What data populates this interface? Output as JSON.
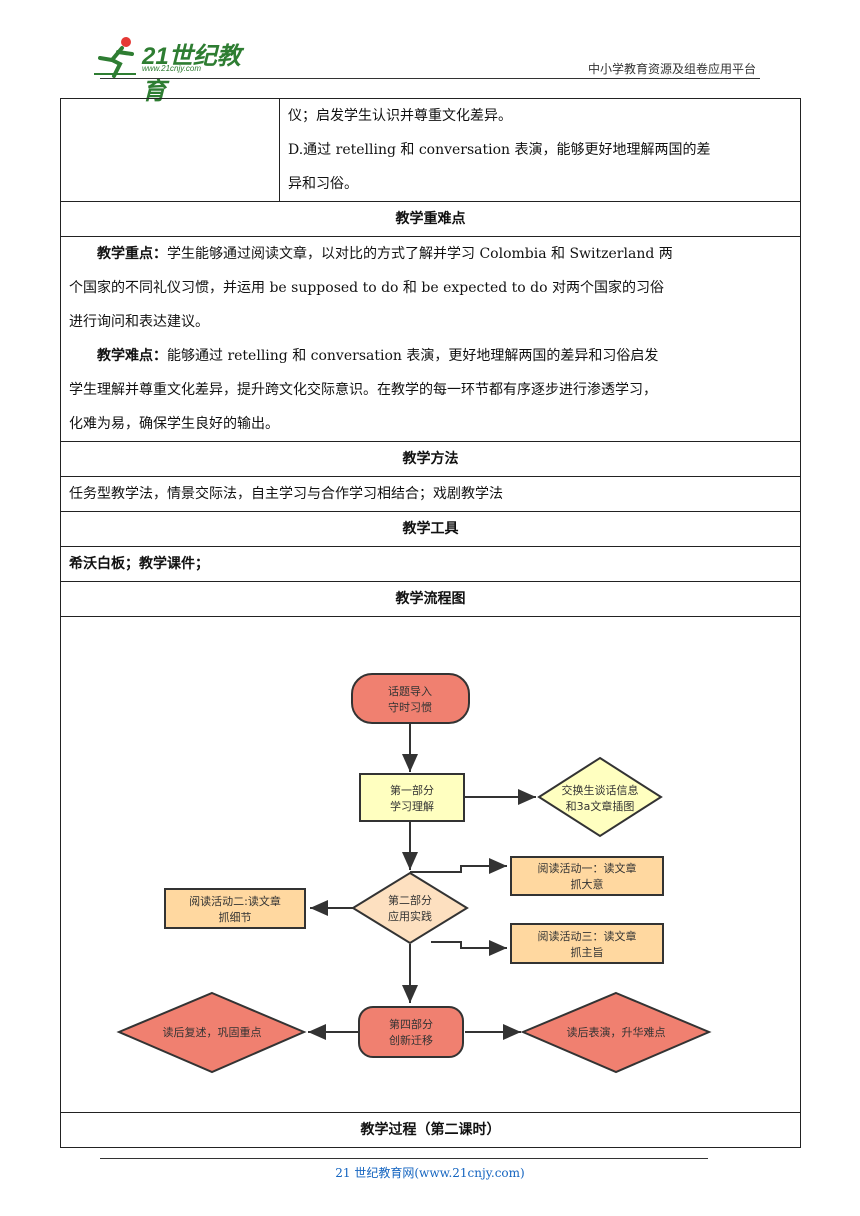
{
  "header": {
    "logo_main": "21世纪教育",
    "logo_sub": "www.21cnjy.com",
    "right_text": "中小学教育资源及组卷应用平台"
  },
  "objectives": {
    "c_tail": "仪；启发学生认识并尊重文化差异。",
    "d_line1": "D.通过 retelling 和 conversation 表演，能够更好地理解两国的差",
    "d_line2": "异和习俗。"
  },
  "key_points": {
    "heading": "教学重难点",
    "focus_label": "教学重点：",
    "focus_line1": "学生能够通过阅读文章，以对比的方式了解并学习 Colombia 和 Switzerland 两",
    "focus_line2": "个国家的不同礼仪习惯，并运用 be supposed to do 和 be expected to do 对两个国家的习俗",
    "focus_line3": "进行询问和表达建议。",
    "difficulty_label": "教学难点：",
    "difficulty_line1": "能够通过 retelling 和 conversation 表演，更好地理解两国的差异和习俗启发",
    "difficulty_line2": "学生理解并尊重文化差异，提升跨文化交际意识。在教学的每一环节都有序逐步进行渗透学习，",
    "difficulty_line3": "化难为易，确保学生良好的输出。"
  },
  "methods": {
    "heading": "教学方法",
    "text": "任务型教学法，情景交际法，自主学习与合作学习相结合；戏剧教学法"
  },
  "tools": {
    "heading": "教学工具",
    "text": "希沃白板；教学课件；"
  },
  "flowchart": {
    "heading": "教学流程图",
    "nodes": {
      "start_l1": "话题导入",
      "start_l2": "守时习惯",
      "part1_l1": "第一部分",
      "part1_l2": "学习理解",
      "exchange_l1": "交换生谈话信息",
      "exchange_l2": "和3a文章插图",
      "read1_l1": "阅读活动一：读文章",
      "read1_l2": "抓大意",
      "read2_l1": "阅读活动二:读文章",
      "read2_l2": "抓细节",
      "part2_l1": "第二部分",
      "part2_l2": "应用实践",
      "read3_l1": "阅读活动三：读文章",
      "read3_l2": "抓主旨",
      "part4_l1": "第四部分",
      "part4_l2": "创新迁移",
      "left_diamond": "读后复述，巩固重点",
      "right_diamond": "读后表演，升华难点"
    },
    "colors": {
      "salmon": "#f08070",
      "yellow": "#ffffc0",
      "peach": "#fde0c0",
      "orange_box": "#ffd8a0",
      "stroke": "#333333"
    }
  },
  "process": {
    "heading": "教学过程（第二课时）"
  },
  "footer": {
    "text": "21 世纪教育网(www.21cnjy.com)"
  }
}
